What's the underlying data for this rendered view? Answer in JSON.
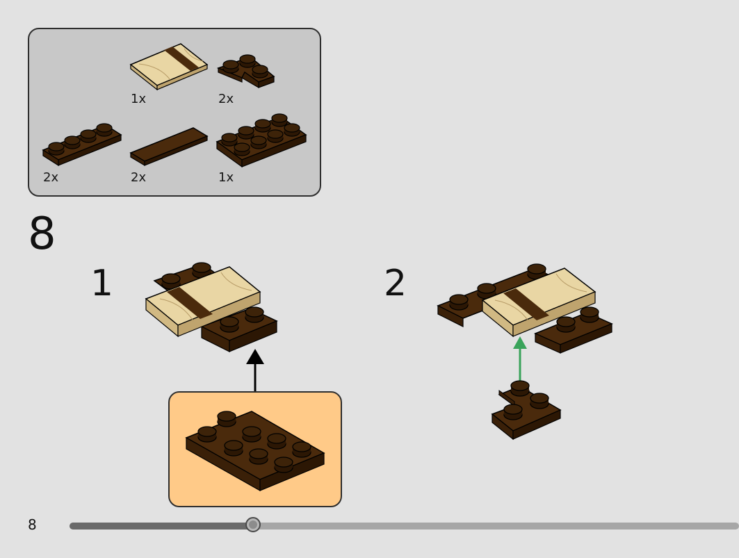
{
  "page": {
    "step_number": "8",
    "page_number": "8",
    "progress": 0.274
  },
  "parts_list": [
    {
      "name": "tan-printed-tile",
      "qty": "1x"
    },
    {
      "name": "brown-corner-plate",
      "qty": "2x"
    },
    {
      "name": "brown-1x4-plate",
      "qty": "2x"
    },
    {
      "name": "brown-1x4-tile",
      "qty": "2x"
    },
    {
      "name": "brown-2x4-plate",
      "qty": "1x"
    }
  ],
  "substeps": [
    {
      "label": "1"
    },
    {
      "label": "2"
    }
  ],
  "colors": {
    "brown": "#4a2a0c",
    "brown_dark": "#2c1704",
    "tan": "#e6d2a0",
    "callout_bg": "#ffca88",
    "arrow_green": "#39a35a"
  }
}
